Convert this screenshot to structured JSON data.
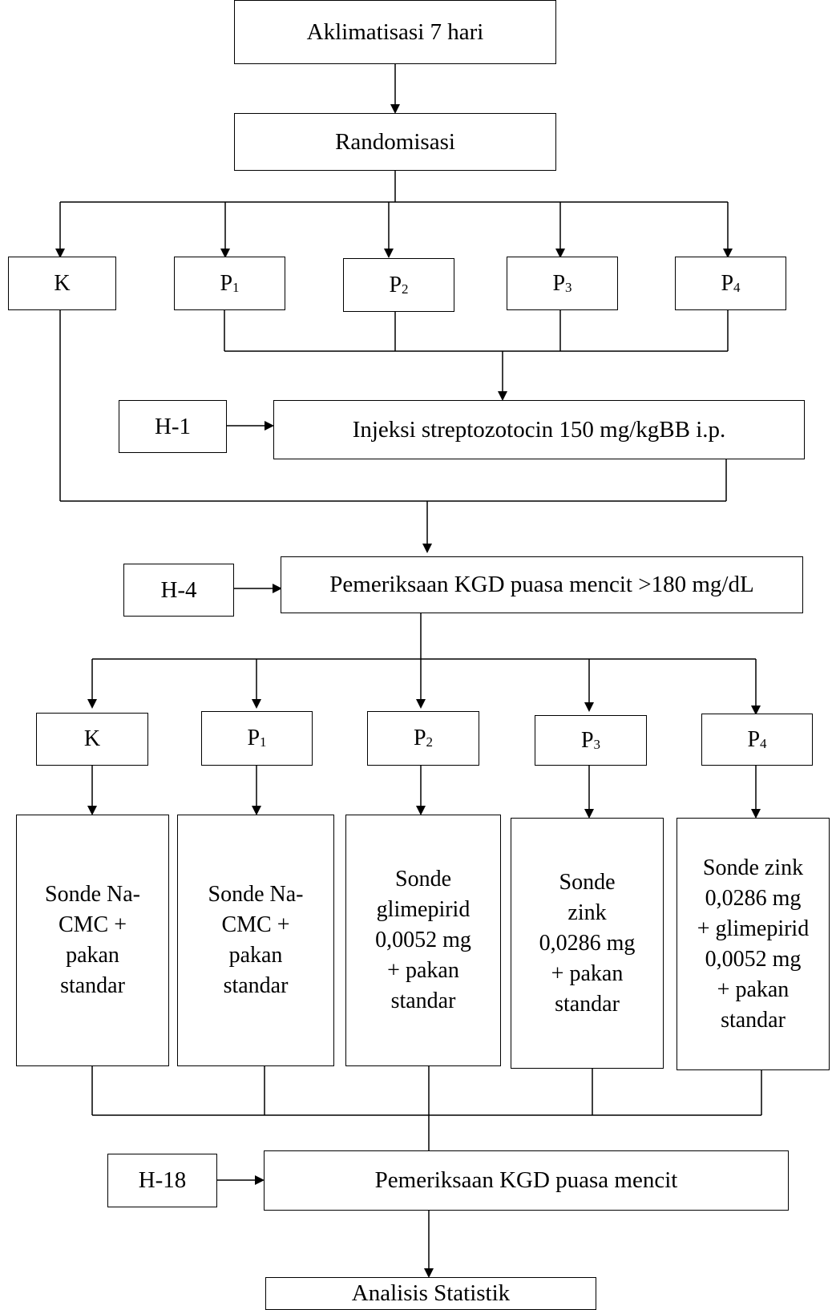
{
  "flow": {
    "acclimatization": "Aklimatisasi 7 hari",
    "randomization": "Randomisasi",
    "groups_top": [
      {
        "name": "K",
        "sub": ""
      },
      {
        "name": "P",
        "sub": "1"
      },
      {
        "name": "P",
        "sub": "2"
      },
      {
        "name": "P",
        "sub": "3"
      },
      {
        "name": "P",
        "sub": "4"
      }
    ],
    "day1": "H-1",
    "injection": "Injeksi streptozotocin 150 mg/kgBB i.p.",
    "day4": "H-4",
    "glucose_check_1": "Pemeriksaan KGD puasa mencit >180 mg/dL",
    "groups_bottom": [
      {
        "name": "K",
        "sub": ""
      },
      {
        "name": "P",
        "sub": "1"
      },
      {
        "name": "P",
        "sub": "2"
      },
      {
        "name": "P",
        "sub": "3"
      },
      {
        "name": "P",
        "sub": "4"
      }
    ],
    "treatments": [
      "Sonde Na-\nCMC +\npakan\nstandar",
      "Sonde Na-\nCMC +\npakan\nstandar",
      "Sonde\nglimepirid\n0,0052 mg\n+ pakan\nstandar",
      "Sonde\nzink\n0,0286 mg\n+ pakan\nstandar",
      "Sonde  zink\n0,0286 mg\n+ glimepirid\n0,0052 mg\n+ pakan\nstandar"
    ],
    "day18": "H-18",
    "glucose_check_2": "Pemeriksaan KGD puasa mencit",
    "analysis": "Analisis Statistik"
  }
}
